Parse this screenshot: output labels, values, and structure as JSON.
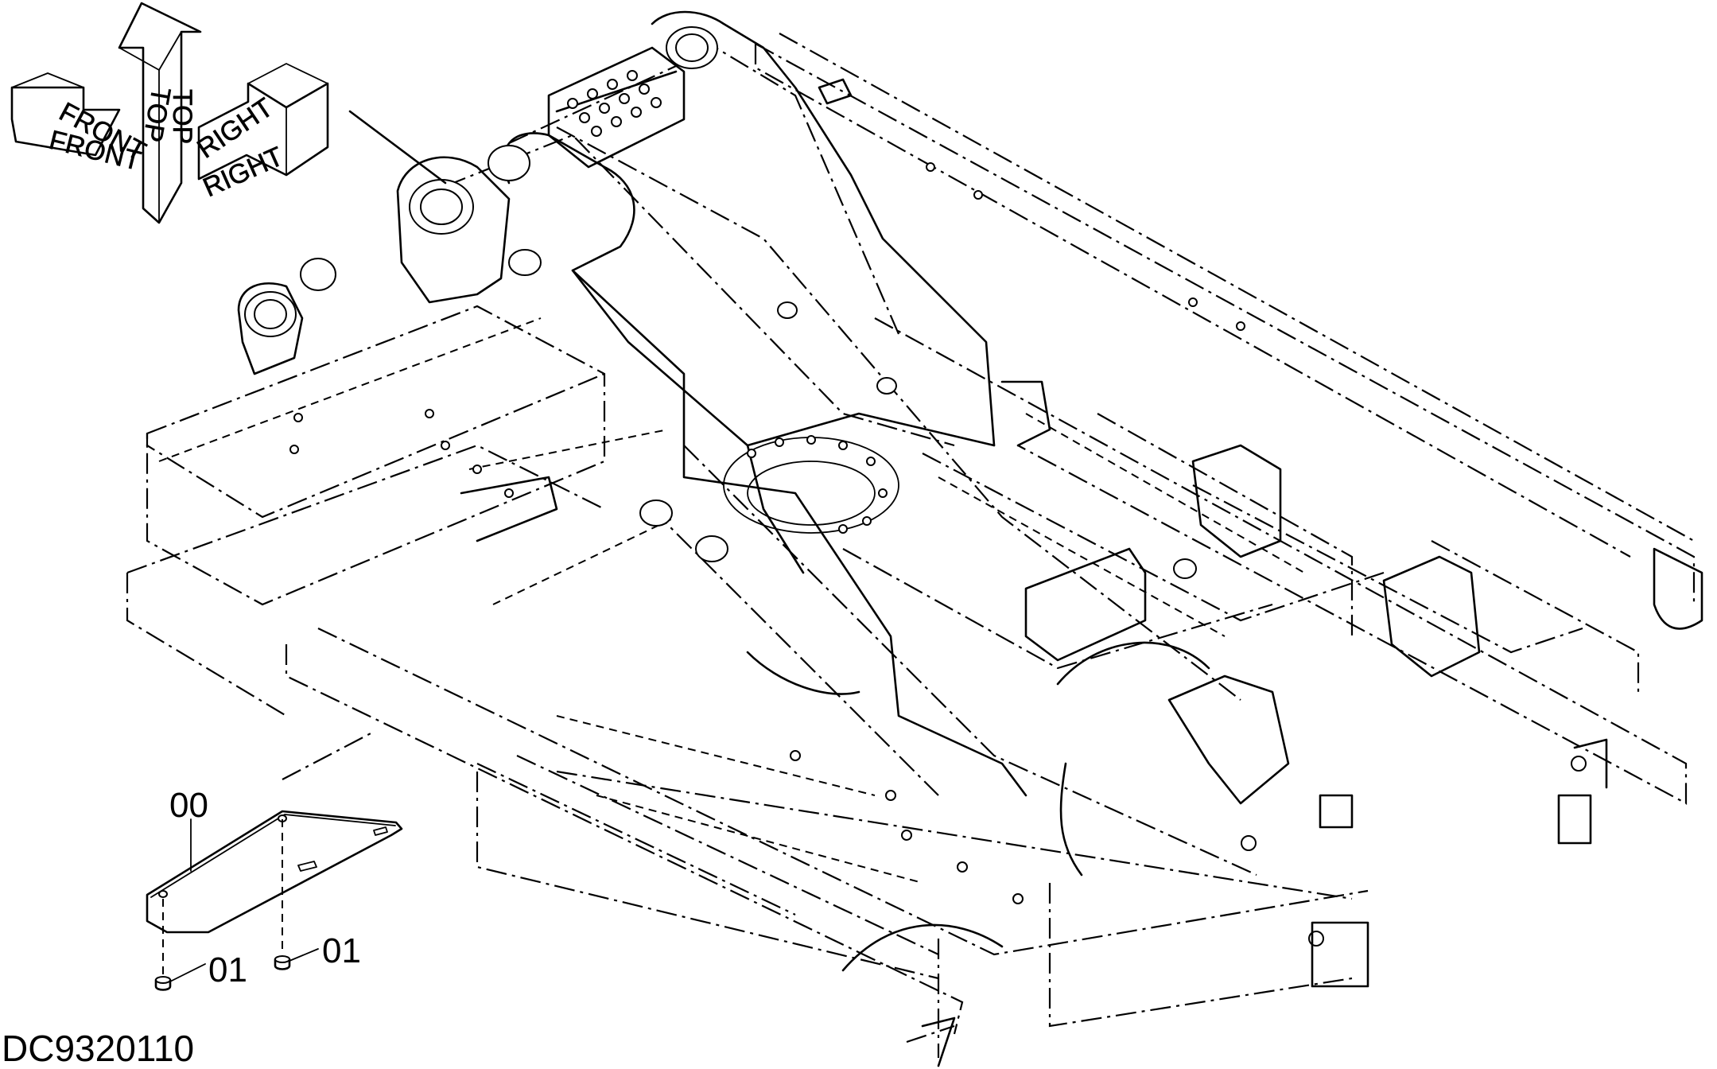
{
  "orientation": {
    "front_label": "FRONT",
    "top_label": "TOP",
    "right_label": "RIGHT"
  },
  "callouts": {
    "part_00": "00",
    "part_01_left": "01",
    "part_01_right": "01"
  },
  "drawing_code": "DC9320110"
}
